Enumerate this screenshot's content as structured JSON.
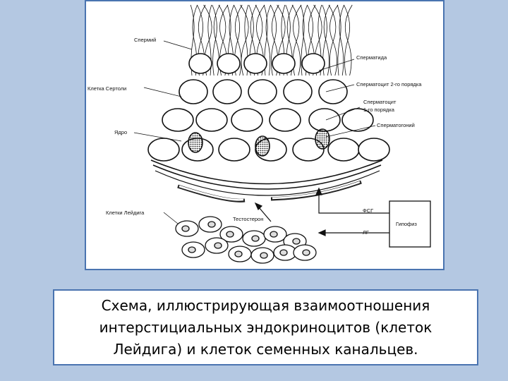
{
  "labels": {
    "sperm": "Спермий",
    "spermatid": "Сперматида",
    "sertoli": "Клетка Сертоли",
    "spermatocyte2": "Сперматоцит 2-го порядка",
    "spermatocyte1_line1": "Сперматоцит",
    "spermatocyte1_line2": "1-го порядка",
    "spermatogonium": "Сперматогоний",
    "nucleus": "Ядро",
    "leydig": "Клетки Лейдига",
    "testosterone": "Тестостерон",
    "fsh": "ФСГ",
    "lh": "ЛГ",
    "pituitary": "Гипофиз"
  },
  "caption": {
    "line1": "Схема, иллюстрирующая взаимоотношения",
    "line2": "интерстициальных эндокриноцитов (клеток",
    "line3": "Лейдига)  и клеток семенных канальцев."
  },
  "colors": {
    "background": "#b4c8e2",
    "frame_border": "#4a74b0"
  }
}
